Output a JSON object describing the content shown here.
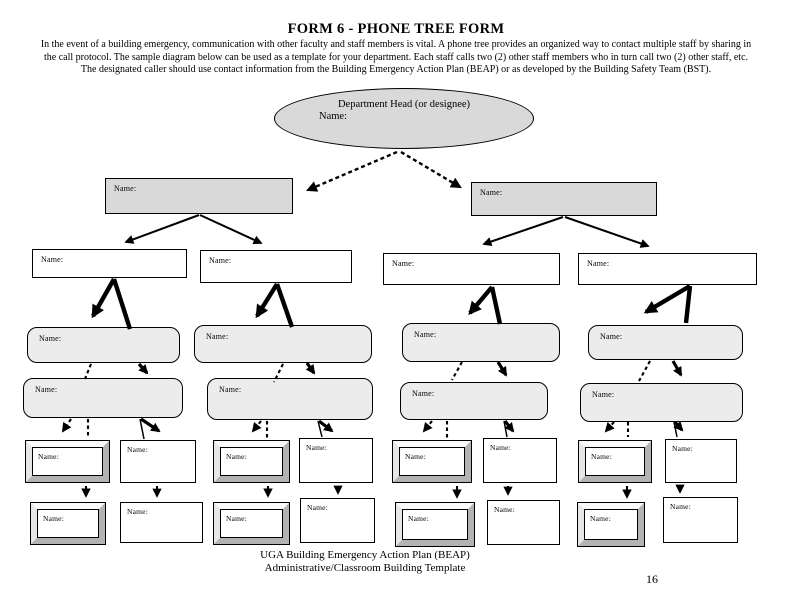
{
  "title": "FORM 6 - PHONE TREE FORM",
  "intro": {
    "lines": [
      "In the event of a building emergency, communication with other faculty and staff members is vital. A phone tree provides an organized way to contact multiple staff by sharing in",
      "the call protocol. The sample diagram below can be used as a template for your department. Each staff calls two (2) other staff members who in turn call two (2) other staff, etc.",
      "The designated caller should use contact information from the Building Emergency Action Plan (BEAP) or as developed by the Building Safety Team (BST)."
    ]
  },
  "tree": {
    "root": {
      "title": "Department Head (or designee)",
      "name_label": "Name:"
    }
  },
  "nodes": {
    "level2": [
      "Name:",
      "Name:"
    ],
    "level3": [
      "Name:",
      "Name:",
      "Name:",
      "Name:"
    ],
    "level4": [
      "Name:",
      "Name:",
      "Name:",
      "Name:"
    ],
    "level5": [
      "Name:",
      "Name:",
      "Name:",
      "Name:"
    ],
    "row1": [
      "Name:",
      "Name:",
      "Name:",
      "Name:",
      "Name:",
      "Name:",
      "Name:",
      "Name:"
    ],
    "row2": [
      "Name:",
      "Name:",
      "Name:",
      "Name:",
      "Name:",
      "Name:",
      "Name:",
      "Name:"
    ]
  },
  "footer": {
    "line1": "UGA Building Emergency Action Plan (BEAP)",
    "line2": "Administrative/Classroom Building Template",
    "page_number": "16"
  },
  "colors": {
    "box_gray": "#d9d9d9",
    "rounded_gray": "#ececec",
    "ink": "#000000"
  }
}
